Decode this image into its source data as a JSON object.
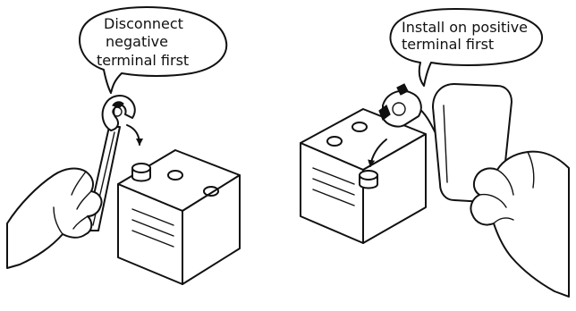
{
  "left_panel": {
    "bubble_lines": [
      "Disconnect",
      "negative",
      "terminal first"
    ]
  },
  "right_panel": {
    "bubble_lines": [
      "Install on positive",
      "terminal first"
    ]
  },
  "colors": {
    "ink": "#111111",
    "paper": "#ffffff"
  }
}
